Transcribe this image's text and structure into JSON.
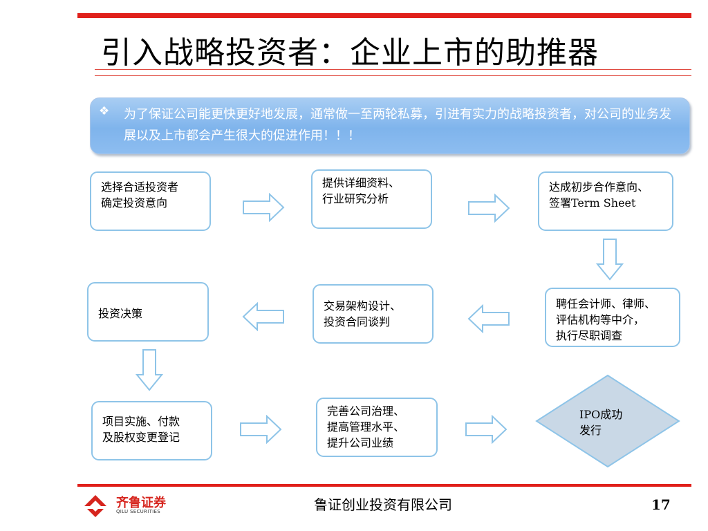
{
  "title": "引入战略投资者：企业上市的助推器",
  "callout": {
    "bullet": "❖",
    "text": "为了保证公司能更快更好地发展，通常做一至两轮私募，引进有实力的战略投资者，对公司的业务发展以及上市都会产生很大的促进作用！！！"
  },
  "steps": [
    {
      "line1": "选择合适投资者",
      "line2": "确定投资意向"
    },
    {
      "line1": "提供详细资料、",
      "line2": "行业研究分析"
    },
    {
      "line1": "达成初步合作意向、",
      "line2": "签署Term Sheet"
    },
    {
      "line1": "聘任会计师、律师、",
      "line2": "评估机构等中介，",
      "line3": "执行尽职调查"
    },
    {
      "line1": "交易架构设计、",
      "line2": "投资合同谈判"
    },
    {
      "line1": "投资决策"
    },
    {
      "line1": "项目实施、付款",
      "line2": "及股权变更登记"
    },
    {
      "line1": "完善公司治理、",
      "line2": "提高管理水平、",
      "line3": "提升公司业绩"
    }
  ],
  "final_step": {
    "line1": "IPO成功",
    "line2": "发行"
  },
  "colors": {
    "accent_red": "#e0201b",
    "box_border": "#8ec4e8",
    "callout_blue": "#7fb4ec",
    "diamond_fill": "#c9d8e6",
    "diamond_border": "#8ec4e8"
  },
  "footer": {
    "logo_cn": "齐鲁证券",
    "logo_en": "QILU SECURITIES",
    "company": "鲁证创业投资有限公司",
    "page_number": "17"
  }
}
